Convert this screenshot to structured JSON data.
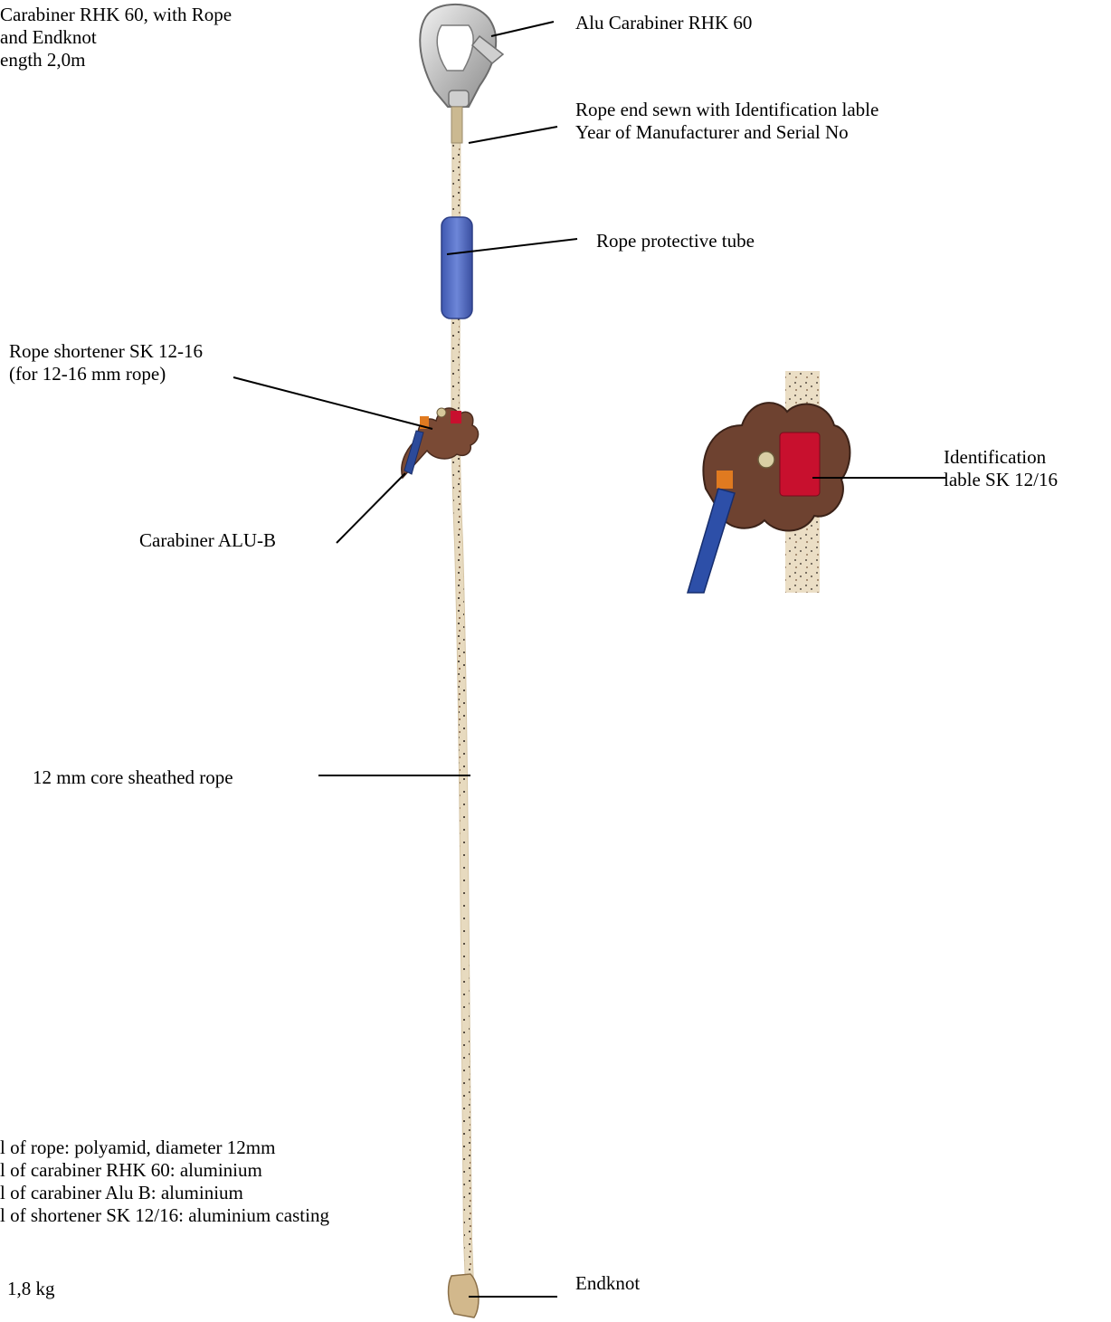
{
  "intro": {
    "line1": "Carabiner RHK 60, with Rope",
    "line2": "and Endknot",
    "line3": "ength 2,0m"
  },
  "labels": {
    "carabiner_rhk": "Alu Carabiner RHK 60",
    "rope_end_line1": "Rope end sewn with Identification lable",
    "rope_end_line2": "Year of Manufacturer and Serial No",
    "protective_tube": "Rope protective tube",
    "shortener_line1": "Rope shortener SK 12-16",
    "shortener_line2": "(for 12-16 mm rope)",
    "carabiner_alu_b": "Carabiner ALU-B",
    "ident_line1": "Identification",
    "ident_line2": "lable  SK 12/16",
    "core_rope": "12 mm core sheathed rope",
    "endknot": "Endknot"
  },
  "materials": [
    "l of rope: polyamid, diameter 12mm",
    "l of carabiner RHK 60: aluminium",
    "l of carabiner Alu B: aluminium",
    "l of shortener SK 12/16: aluminium casting"
  ],
  "weight": "1,8 kg"
}
